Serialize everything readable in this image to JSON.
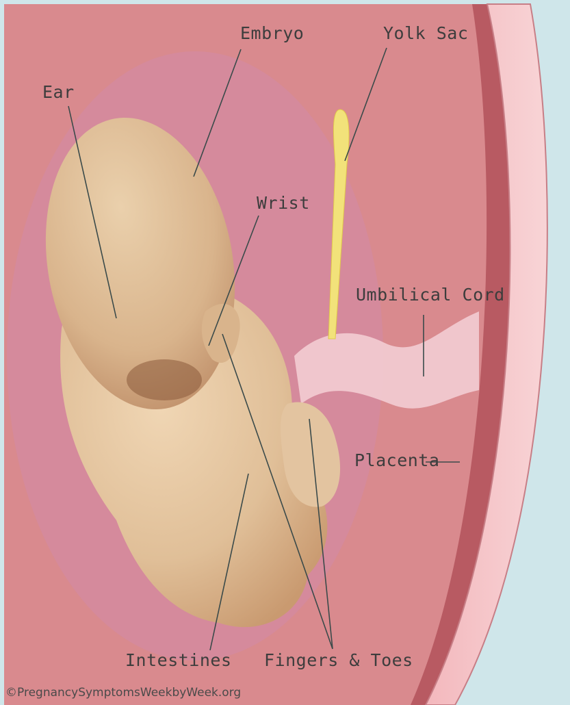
{
  "labels": {
    "embryo": "Embryo",
    "yolk_sac": "Yolk Sac",
    "ear": "Ear",
    "wrist": "Wrist",
    "umbilical_cord": "Umbilical Cord",
    "placenta": "Placenta",
    "intestines": "Intestines",
    "fingers_toes": "Fingers & Toes"
  },
  "credit": "©PregnancySymptomsWeekbyWeek.org",
  "colors": {
    "background": "#cfe6ea",
    "uterus": "#d98a8e",
    "amniotic_sac": "#d38aa0",
    "embryo_skin": "#e3c4a0",
    "yolk_sac": "#f2e27a",
    "umbilical_cord": "#f1c9d0",
    "placenta": "#b85a62",
    "uterine_wall": "#f6c4c8"
  }
}
